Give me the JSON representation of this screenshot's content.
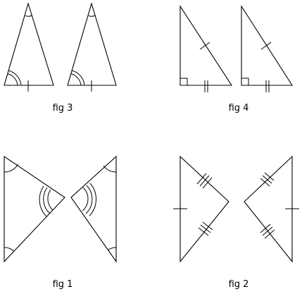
{
  "colors": {
    "stroke": "#000000",
    "background": "#ffffff"
  },
  "figures": {
    "fig3": {
      "caption": "fig 3"
    },
    "fig4": {
      "caption": "fig 4"
    },
    "fig1": {
      "caption": "fig 1"
    },
    "fig2": {
      "caption": "fig 2"
    }
  }
}
